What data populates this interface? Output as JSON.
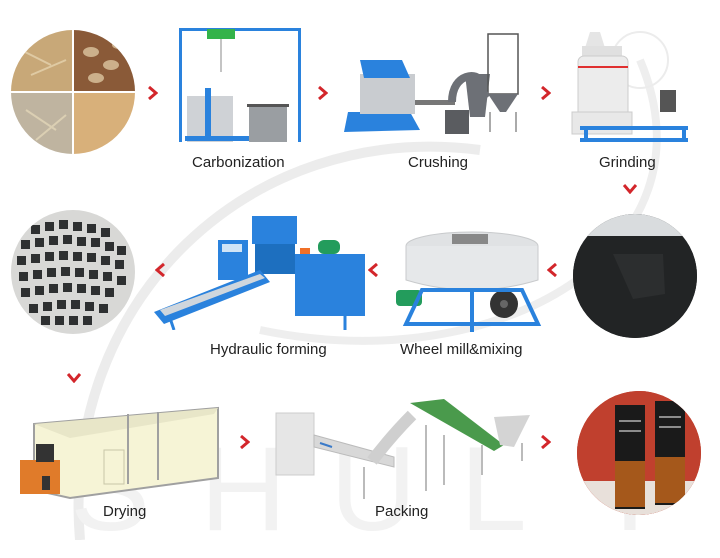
{
  "diagram": {
    "type": "process-flow",
    "watermark": [
      "S",
      "H",
      "U",
      "L",
      "Y"
    ],
    "colors": {
      "arrow": "#d3262b",
      "machine_blue": "#2a82dd",
      "label": "#222222",
      "watermark": "#f0f0f0"
    },
    "steps": [
      {
        "id": "raw-materials",
        "label": "",
        "kind": "photo"
      },
      {
        "id": "carbonization",
        "label": "Carbonization",
        "kind": "machine"
      },
      {
        "id": "crushing",
        "label": "Crushing",
        "kind": "machine"
      },
      {
        "id": "grinding",
        "label": "Grinding",
        "kind": "machine"
      },
      {
        "id": "charcoal-powder",
        "label": "",
        "kind": "photo"
      },
      {
        "id": "wheel-mill-mixing",
        "label": "Wheel mill&mixing",
        "kind": "machine"
      },
      {
        "id": "hydraulic-forming",
        "label": "Hydraulic forming",
        "kind": "machine"
      },
      {
        "id": "charcoal-cubes",
        "label": "",
        "kind": "photo"
      },
      {
        "id": "drying",
        "label": "Drying",
        "kind": "machine"
      },
      {
        "id": "packing",
        "label": "Packing",
        "kind": "machine"
      },
      {
        "id": "packaged-product",
        "label": "",
        "kind": "photo"
      }
    ],
    "arrows": [
      {
        "from": "raw-materials",
        "to": "carbonization",
        "direction": "right"
      },
      {
        "from": "carbonization",
        "to": "crushing",
        "direction": "right"
      },
      {
        "from": "crushing",
        "to": "grinding",
        "direction": "right"
      },
      {
        "from": "grinding",
        "to": "charcoal-powder",
        "direction": "down"
      },
      {
        "from": "charcoal-powder",
        "to": "wheel-mill-mixing",
        "direction": "left"
      },
      {
        "from": "wheel-mill-mixing",
        "to": "hydraulic-forming",
        "direction": "left"
      },
      {
        "from": "hydraulic-forming",
        "to": "charcoal-cubes",
        "direction": "left"
      },
      {
        "from": "charcoal-cubes",
        "to": "drying",
        "direction": "down"
      },
      {
        "from": "drying",
        "to": "packing",
        "direction": "right"
      },
      {
        "from": "packing",
        "to": "packaged-product",
        "direction": "right"
      }
    ]
  }
}
